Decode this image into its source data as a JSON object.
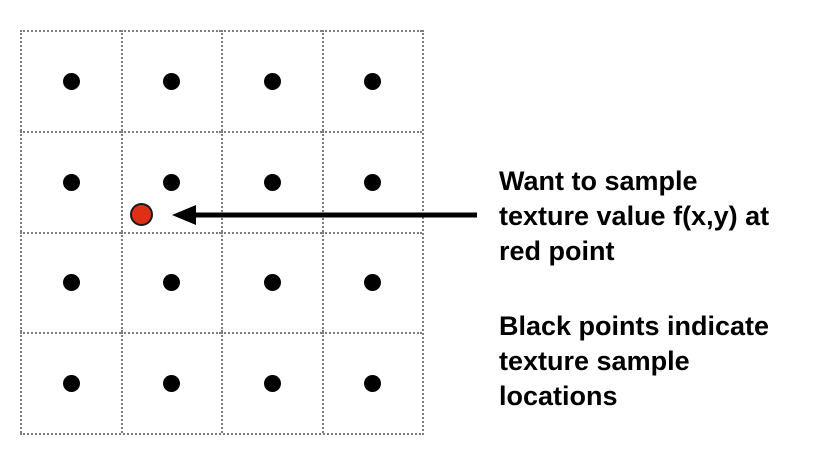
{
  "diagram": {
    "grid": {
      "rows": 4,
      "cols": 4,
      "line_style": "dotted",
      "line_color": "#7d7d7d",
      "sample_point_color": "#000000"
    },
    "red_point": {
      "color": "#DE2F17",
      "outline_color": "#1a1a1a"
    },
    "arrow_color": "#000000"
  },
  "annotations": {
    "sample_query": {
      "lines": {
        "0": "Want to sample",
        "1": "texture value f(x,y) at",
        "2": "red point"
      }
    },
    "sample_locations": {
      "lines": {
        "0": "Black points indicate",
        "1": "texture sample",
        "2": "locations"
      }
    }
  }
}
